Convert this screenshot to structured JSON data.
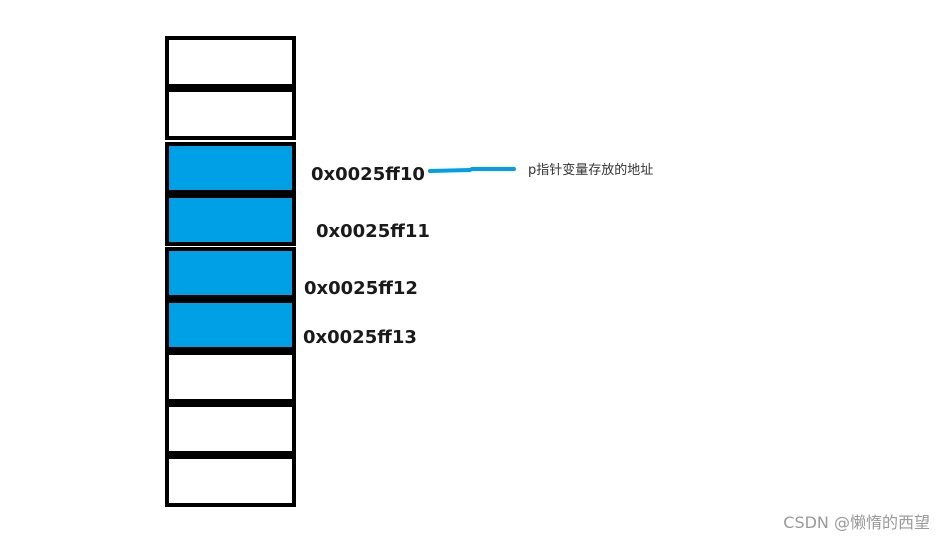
{
  "diagram": {
    "cells": [
      {
        "highlighted": false
      },
      {
        "highlighted": false
      },
      {
        "highlighted": true
      },
      {
        "highlighted": true
      },
      {
        "highlighted": true
      },
      {
        "highlighted": true
      },
      {
        "highlighted": false
      },
      {
        "highlighted": false
      },
      {
        "highlighted": false
      }
    ],
    "addresses": [
      "0x0025ff10",
      "0x0025ff11",
      "0x0025ff12",
      "0x0025ff13"
    ],
    "annotation": "p指针变量存放的地址",
    "colors": {
      "highlight": "#00a0e6",
      "border": "#000000",
      "empty": "#ffffff",
      "arrow": "#00a0e6"
    }
  },
  "watermark": "CSDN @懒惰的西望"
}
